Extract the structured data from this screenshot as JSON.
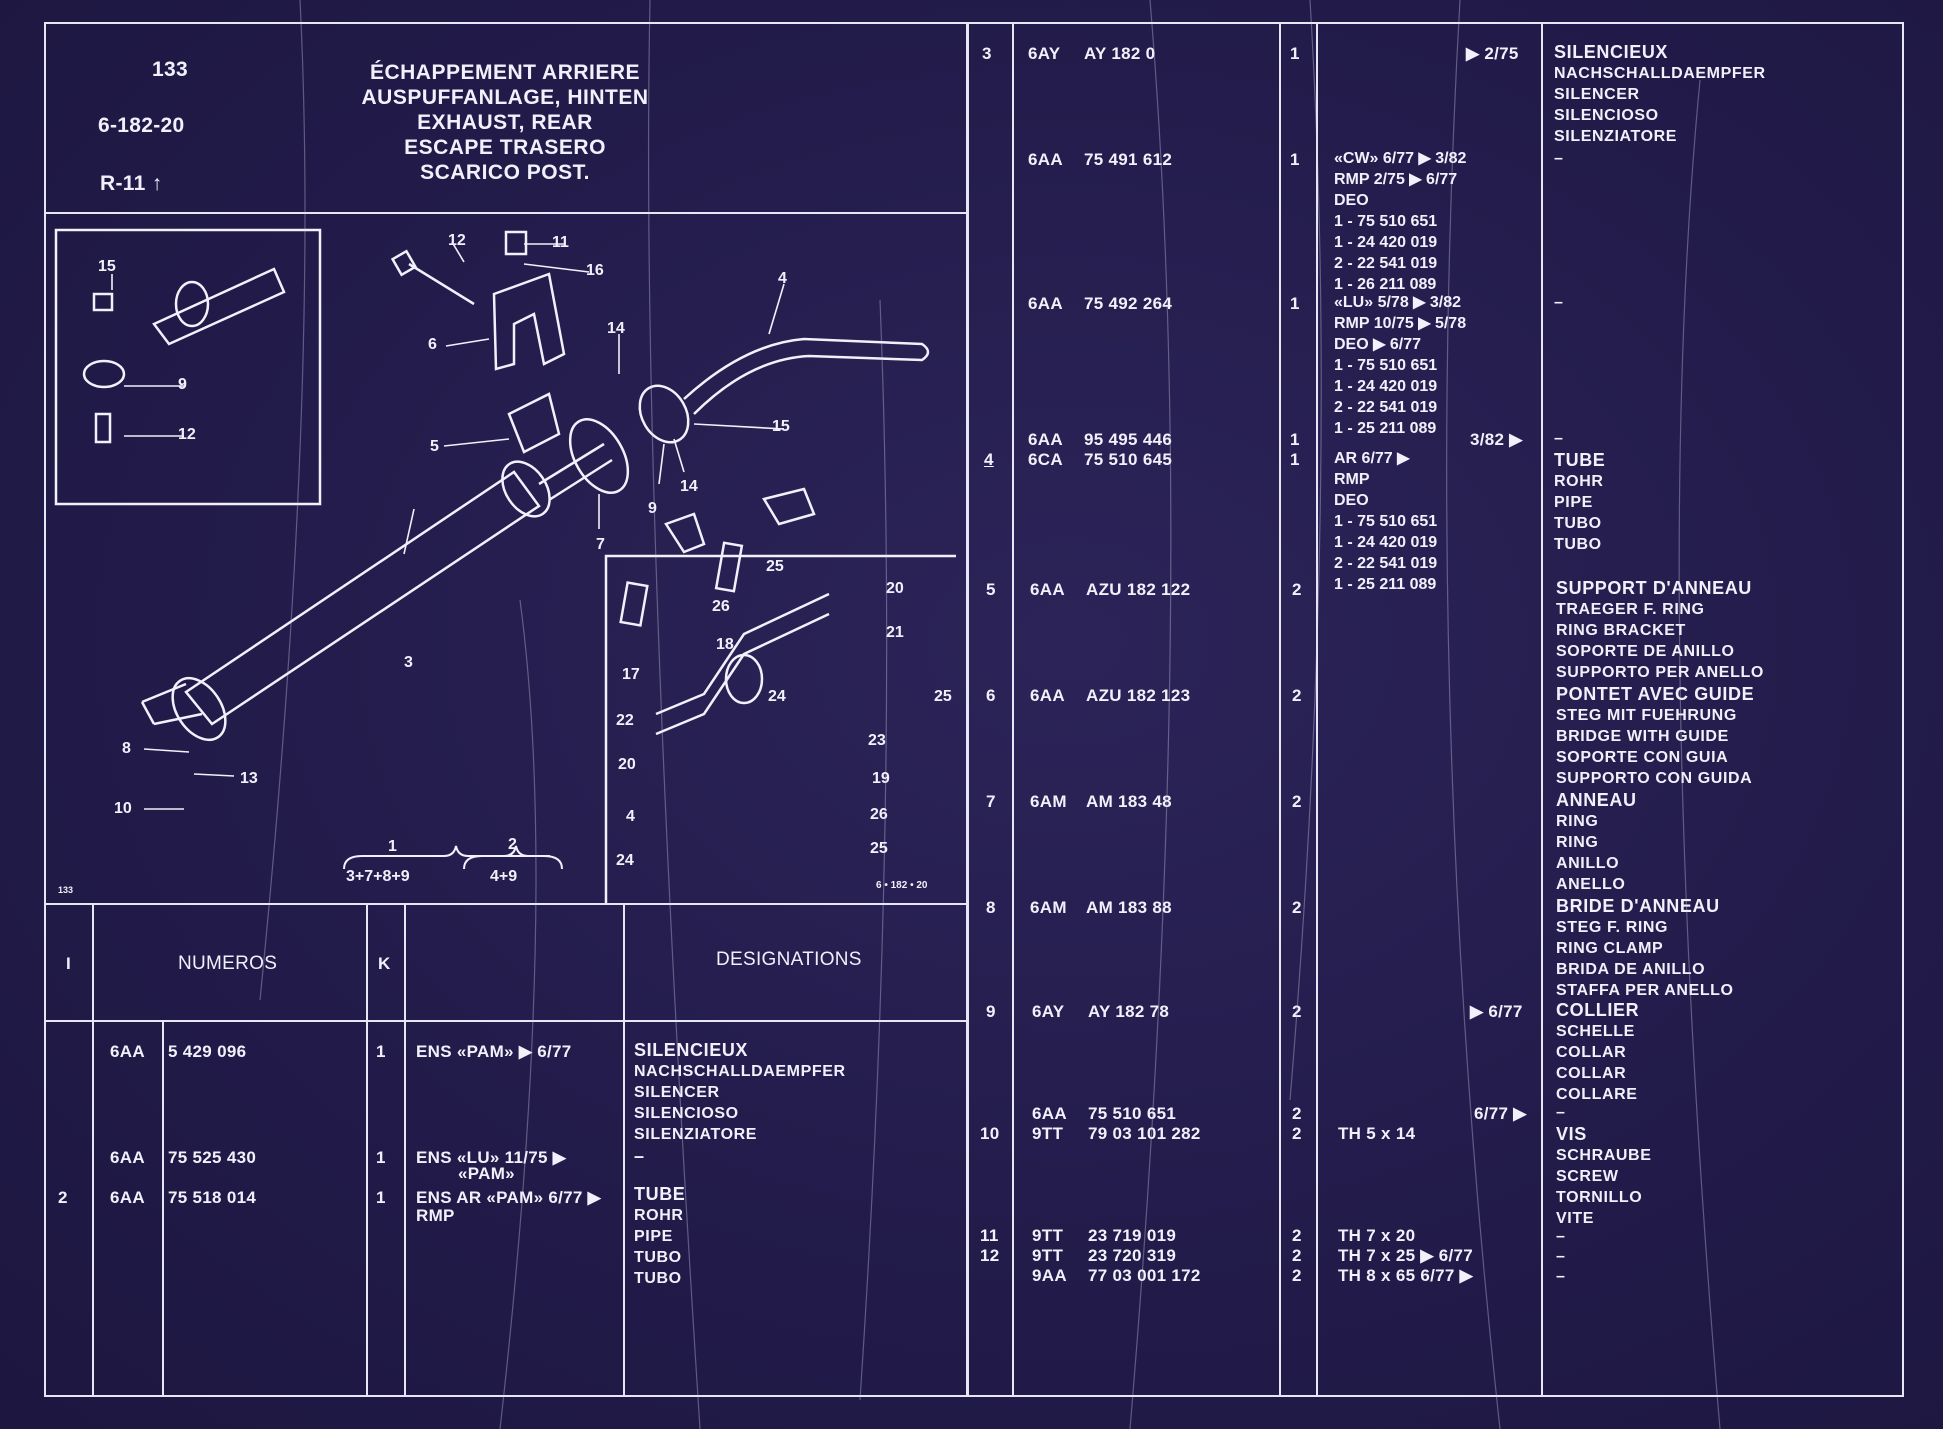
{
  "header": {
    "page_number": "133",
    "section_code": "6-182-20",
    "reference": "R-11",
    "titles": [
      "ÉCHAPPEMENT ARRIERE",
      "AUSPUFFANLAGE, HINTEN",
      "EXHAUST, REAR",
      "ESCAPE TRASERO",
      "SCARICO POST."
    ]
  },
  "diagram": {
    "callouts_main": [
      "12",
      "11",
      "16",
      "4",
      "6",
      "14",
      "5",
      "15",
      "9",
      "14",
      "7",
      "3",
      "8",
      "13",
      "10"
    ],
    "callouts_inset_left": [
      "15",
      "9",
      "12"
    ],
    "callouts_inset_right": [
      "25",
      "26",
      "20",
      "18",
      "21",
      "17",
      "22",
      "24",
      "25",
      "20",
      "23",
      "19",
      "4",
      "26",
      "24",
      "25"
    ],
    "group_1_label": "1",
    "group_1_formula": "3+7+8+9",
    "group_2_label": "2",
    "group_2_formula": "4+9",
    "corner_page": "133",
    "diagram_code": "6 • 182 • 20"
  },
  "table_header": {
    "col_index": "I",
    "col_numeros": "NUMEROS",
    "col_k": "K",
    "col_designations": "DESIGNATIONS"
  },
  "left_rows": [
    {
      "idx": "",
      "prefix": "6AA",
      "number": "5 429 096",
      "k": "1",
      "note": "ENS «PAM» ▶ 6/77",
      "desc": [
        "SILENCIEUX",
        "NACHSCHALLDAEMPFER",
        "SILENCER",
        "SILENCIOSO",
        "SILENZIATORE"
      ]
    },
    {
      "idx": "",
      "prefix": "6AA",
      "number": "75 525 430",
      "k": "1",
      "note": "ENS «LU» 11/75 ▶",
      "note2": "«PAM»",
      "desc": [
        "–"
      ]
    },
    {
      "idx": "2",
      "prefix": "6AA",
      "number": "75 518 014",
      "k": "1",
      "note": "ENS AR «PAM» 6/77 ▶",
      "note2": "RMP",
      "desc": [
        "TUBE",
        "ROHR",
        "PIPE",
        "TUBO",
        "TUBO"
      ]
    }
  ],
  "right_rows": [
    {
      "idx": "3",
      "prefix": "6AY",
      "number": "AY 182 0",
      "k": "1",
      "note": [
        "▶ 2/75"
      ],
      "desc": [
        "SILENCIEUX",
        "NACHSCHALLDAEMPFER",
        "SILENCER",
        "SILENCIOSO",
        "SILENZIATORE"
      ]
    },
    {
      "idx": "",
      "prefix": "6AA",
      "number": "75 491 612",
      "k": "1",
      "note": [
        "«CW» 6/77 ▶ 3/82",
        "RMP 2/75 ▶ 6/77",
        "DEO",
        "1 - 75 510 651",
        "1 - 24 420 019",
        "2 - 22 541 019",
        "1 - 26 211 089"
      ],
      "desc": [
        "–"
      ]
    },
    {
      "idx": "",
      "prefix": "6AA",
      "number": "75 492 264",
      "k": "1",
      "note": [
        "«LU» 5/78 ▶ 3/82",
        "RMP 10/75 ▶ 5/78",
        "DEO ▶ 6/77",
        "1 - 75 510 651",
        "1 - 24 420 019",
        "2 - 22 541 019",
        "1 - 25 211 089"
      ],
      "desc": [
        "–"
      ]
    },
    {
      "idx": "",
      "prefix": "6AA",
      "number": "95 495 446",
      "k": "1",
      "note": [
        "3/82 ▶"
      ],
      "desc": [
        "–"
      ]
    },
    {
      "idx": "4",
      "prefix": "6CA",
      "number": "75 510 645",
      "k": "1",
      "note": [
        "AR 6/77 ▶",
        "RMP",
        "DEO",
        "1 - 75 510 651",
        "1 - 24 420 019",
        "2 - 22 541 019",
        "1 - 25 211 089"
      ],
      "desc": [
        "TUBE",
        "ROHR",
        "PIPE",
        "TUBO",
        "TUBO"
      ]
    },
    {
      "idx": "5",
      "prefix": "6AA",
      "number": "AZU 182 122",
      "k": "2",
      "note": [],
      "desc": [
        "SUPPORT D'ANNEAU",
        "TRAEGER F. RING",
        "RING BRACKET",
        "SOPORTE DE ANILLO",
        "SUPPORTO PER ANELLO"
      ]
    },
    {
      "idx": "6",
      "prefix": "6AA",
      "number": "AZU 182 123",
      "k": "2",
      "note": [],
      "desc": [
        "PONTET AVEC GUIDE",
        "STEG MIT FUEHRUNG",
        "BRIDGE WITH GUIDE",
        "SOPORTE CON GUIA",
        "SUPPORTO CON GUIDA"
      ]
    },
    {
      "idx": "7",
      "prefix": "6AM",
      "number": "AM 183 48",
      "k": "2",
      "note": [],
      "desc": [
        "ANNEAU",
        "RING",
        "RING",
        "ANILLO",
        "ANELLO"
      ]
    },
    {
      "idx": "8",
      "prefix": "6AM",
      "number": "AM 183 88",
      "k": "2",
      "note": [],
      "desc": [
        "BRIDE D'ANNEAU",
        "STEG F. RING",
        "RING CLAMP",
        "BRIDA DE ANILLO",
        "STAFFA PER ANELLO"
      ]
    },
    {
      "idx": "9",
      "prefix": "6AY",
      "number": "AY 182 78",
      "k": "2",
      "note": [
        "▶ 6/77"
      ],
      "desc": [
        "COLLIER",
        "SCHELLE",
        "COLLAR",
        "COLLAR",
        "COLLARE"
      ]
    },
    {
      "idx": "",
      "prefix": "6AA",
      "number": "75 510 651",
      "k": "2",
      "note": [
        "6/77 ▶"
      ],
      "desc": [
        "–"
      ]
    },
    {
      "idx": "10",
      "prefix": "9TT",
      "number": "79 03 101 282",
      "k": "2",
      "note": [
        "TH 5 x 14"
      ],
      "desc": [
        "VIS",
        "SCHRAUBE",
        "SCREW",
        "TORNILLO",
        "VITE"
      ]
    },
    {
      "idx": "11",
      "prefix": "9TT",
      "number": "23 719 019",
      "k": "2",
      "note": [
        "TH 7 x 20"
      ],
      "desc": [
        "–"
      ]
    },
    {
      "idx": "12",
      "prefix": "9TT",
      "number": "23 720 319",
      "k": "2",
      "note": [
        "TH 7 x 25 ▶ 6/77"
      ],
      "desc": [
        "–"
      ]
    },
    {
      "idx": "",
      "prefix": "9AA",
      "number": "77 03 001 172",
      "k": "2",
      "note": [
        "TH 8 x 65 6/77 ▶"
      ],
      "desc": [
        "–"
      ]
    }
  ],
  "colors": {
    "background": "#241d4d",
    "ink": "#f2f0fb"
  }
}
